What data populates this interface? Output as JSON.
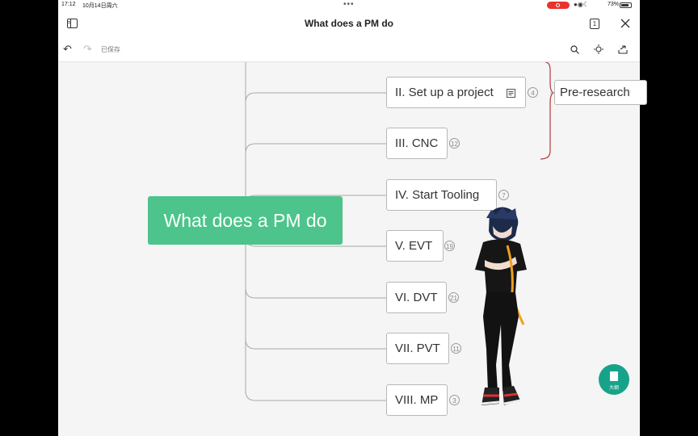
{
  "status_bar": {
    "time": "17:12",
    "date": "10月14日周六",
    "battery": "73%"
  },
  "header": {
    "title": "What does a PM do",
    "page_count": "1"
  },
  "toolbar": {
    "saved_label": "已保存"
  },
  "mindmap": {
    "root": "What does a PM do",
    "nodes": [
      {
        "label": "II. Set up a project",
        "count": "4"
      },
      {
        "label": "III. CNC",
        "count": "12"
      },
      {
        "label": "IV. Start Tooling",
        "count": "7"
      },
      {
        "label": "V. EVT",
        "count": "19"
      },
      {
        "label": "VI. DVT",
        "count": "21"
      },
      {
        "label": "VII. PVT",
        "count": "11"
      },
      {
        "label": "VIII. MP",
        "count": "3"
      }
    ],
    "subnode": "Pre-research"
  },
  "fab": {
    "label": "大纲"
  },
  "colors": {
    "root": "#4cc48b",
    "brace": "#b5383a",
    "fab": "#17a38a"
  }
}
